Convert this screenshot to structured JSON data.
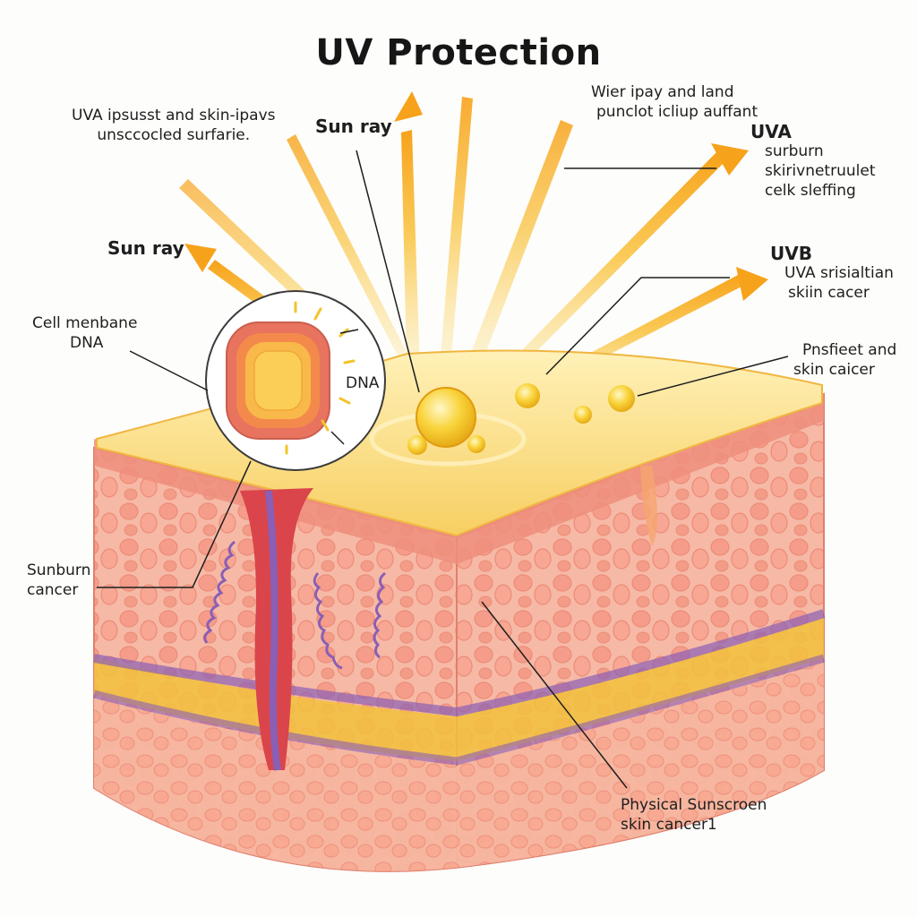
{
  "title": "UV Protection",
  "labels": {
    "top_left": [
      "UVA ipsusst and skin-ipavs",
      "unsccocled surfarie."
    ],
    "sun_ray_top": "Sun ray",
    "sun_ray_left": "Sun ray",
    "top_right": [
      "Wier ipay and land",
      "punclot icliup auffant"
    ],
    "uva_heading": "UVA",
    "uva_lines": [
      "surburn",
      "skirivnetruulet",
      "celk sleffing"
    ],
    "uvb_heading": "UVB",
    "uvb_lines": [
      "UVA srisialtian",
      "skiin cacer"
    ],
    "right_mid": [
      "Pnsfieet and",
      "skin caicer"
    ],
    "cell": [
      "Cell menbane",
      "DNA"
    ],
    "dna_inset": "DNA",
    "sunburn": [
      "Sunburn",
      "cancer"
    ],
    "physical": [
      "Physical Sunscroen",
      "skin cancer1"
    ]
  },
  "colors": {
    "sun_ray": "#f7a21b",
    "sunscreen": "#f9d46a",
    "epidermis": "#f1a08f",
    "dermis": "#f4b7a3",
    "fat_layer": "#f2c13c",
    "nerve": "#8a5fb5",
    "vessel": "#d9454b"
  }
}
